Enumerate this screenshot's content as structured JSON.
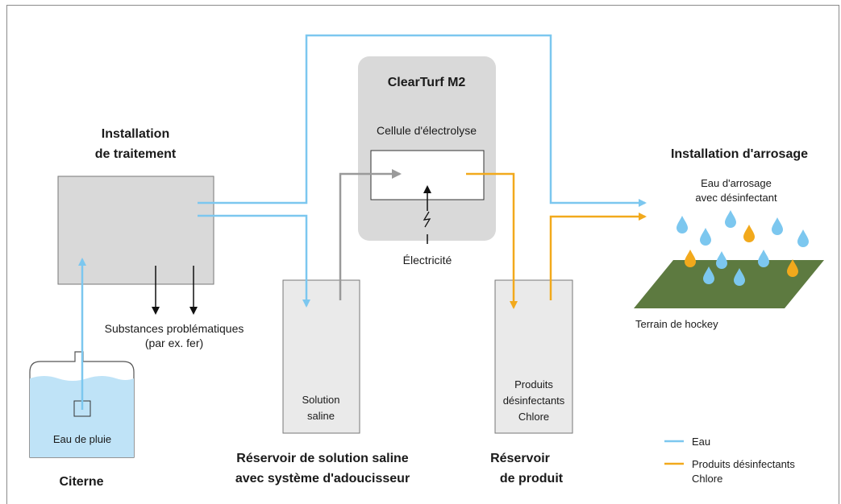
{
  "colors": {
    "water": "#7cc7ef",
    "disinfectant": "#f2a91c",
    "salt": "#9a9a9a",
    "box_fill": "#d9d9d9",
    "tank_fill": "#eaeaea",
    "field": "#5d7a40"
  },
  "device": {
    "title": "ClearTurf M2",
    "cell_label": "Cellule d'électrolyse",
    "electricity_label": "Électricité"
  },
  "treatment": {
    "title_line1": "Installation",
    "title_line2": "de traitement",
    "waste_line1": "Substances problématiques",
    "waste_line2": "(par ex. fer)"
  },
  "cistern": {
    "inner_label": "Eau de pluie",
    "title": "Citerne"
  },
  "brine_tank": {
    "inner_line1": "Solution",
    "inner_line2": "saline",
    "title_line1": "Réservoir de solution saline",
    "title_line2": "avec système d'adoucisseur"
  },
  "product_tank": {
    "inner_line1": "Produits",
    "inner_line2": "désinfectants",
    "inner_line3": "Chlore",
    "title_line1": "Réservoir",
    "title_line2": "de produit"
  },
  "irrigation": {
    "title": "Installation d'arrosage",
    "water_line1": "Eau d'arrosage",
    "water_line2": "avec désinfectant",
    "field_label": "Terrain de hockey"
  },
  "legend": {
    "water": "Eau",
    "disinfectant_line1": "Produits désinfectants",
    "disinfectant_line2": "Chlore"
  }
}
